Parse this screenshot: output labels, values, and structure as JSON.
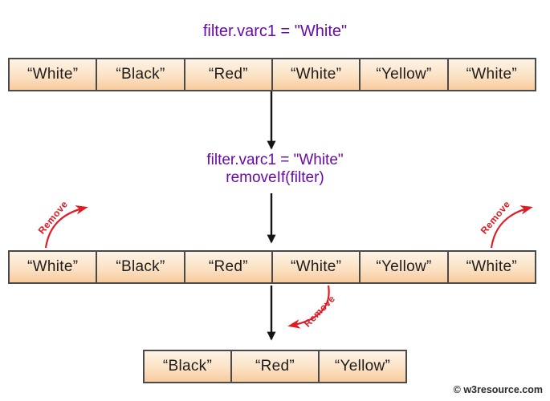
{
  "title": "filter.varc1 = \"White\"",
  "step2": {
    "line1": "filter.varc1 = \"White\"",
    "line2": "removeIf(filter)"
  },
  "rows": {
    "initial": {
      "cells": [
        "“White”",
        "“Black”",
        "“Red”",
        "“White”",
        "“Yellow”",
        "“White”"
      ]
    },
    "marked": {
      "cells": [
        "“White”",
        "“Black”",
        "“Red”",
        "“White”",
        "“Yellow”",
        "“White”"
      ]
    },
    "result": {
      "cells": [
        "“Black”",
        "“Red”",
        "“Yellow”"
      ]
    }
  },
  "remove_labels": {
    "left": "Remove",
    "middle": "Remove",
    "right": "Remove"
  },
  "footer": {
    "copyright": "© w3resource.com"
  },
  "colors": {
    "purple_text": "#6a0ba5",
    "red_arrow": "#e01b24",
    "black_arrow": "#151515",
    "cell_border": "#4a4a4c",
    "cell_gradient_top": "#fdf3e6",
    "cell_gradient_bottom": "#f7cb9e"
  }
}
